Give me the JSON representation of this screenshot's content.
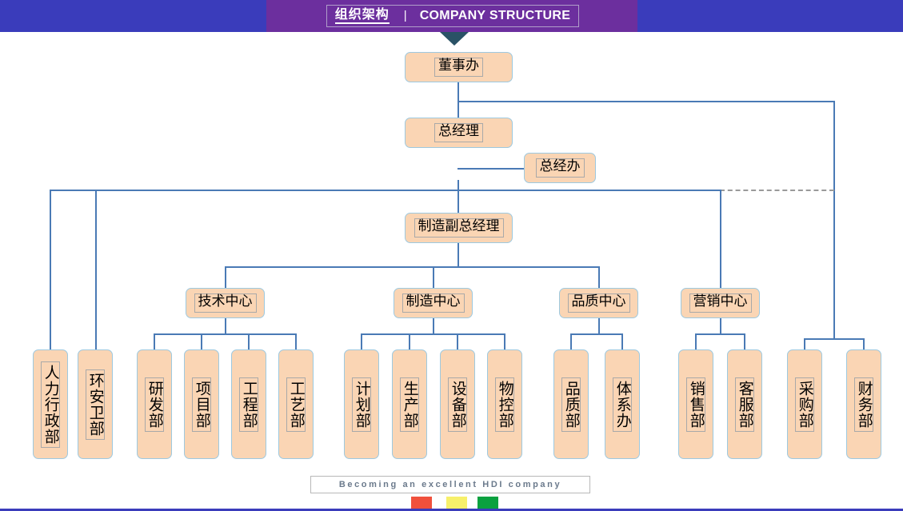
{
  "header": {
    "title_cn": "组织架构",
    "separator": "|",
    "title_en": "COMPANY STRUCTURE",
    "accent_color": "#6c2f9e",
    "bar_color": "#3a3cbb"
  },
  "chart": {
    "box_fill": "#fad5b4",
    "box_border": "#9dc9e0",
    "line_color": "#4a7ab5",
    "levels": {
      "board_office": "董事办",
      "general_manager": "总经理",
      "gm_office": "总经办",
      "manufacturing_vp": "制造副总经理"
    },
    "centers": [
      {
        "label": "技术中心"
      },
      {
        "label": "制造中心"
      },
      {
        "label": "品质中心"
      },
      {
        "label": "营销中心"
      }
    ],
    "direct_departments": [
      {
        "label": "人力行政部"
      },
      {
        "label": "环安卫部"
      }
    ],
    "tech_departments": [
      {
        "label": "研发部"
      },
      {
        "label": "项目部"
      },
      {
        "label": "工程部"
      },
      {
        "label": "工艺部"
      }
    ],
    "manufacturing_departments": [
      {
        "label": "计划部"
      },
      {
        "label": "生产部"
      },
      {
        "label": "设备部"
      },
      {
        "label": "物控部"
      }
    ],
    "quality_departments": [
      {
        "label": "品质部"
      },
      {
        "label": "体系办"
      }
    ],
    "marketing_departments": [
      {
        "label": "销售部"
      },
      {
        "label": "客服部"
      }
    ],
    "board_departments": [
      {
        "label": "采购部"
      },
      {
        "label": "财务部"
      }
    ]
  },
  "footer": {
    "slogan": "Becoming an excellent HDI company",
    "swatches": [
      {
        "name": "red",
        "color": "#f0503c"
      },
      {
        "name": "yellow",
        "color": "#f7f06a"
      },
      {
        "name": "green",
        "color": "#0aa13f"
      }
    ]
  }
}
